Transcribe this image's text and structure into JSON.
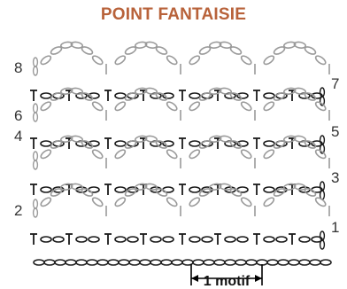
{
  "title": "POINT FANTAISIE",
  "colors": {
    "title": "#b8623a",
    "base_chain": "#222222",
    "odd_rows": "#1a1a1a",
    "even_rows": "#9a9a9a",
    "motif_marker": "#000000"
  },
  "diagram": {
    "row_labels_left": [
      "8",
      "6",
      "4",
      "2"
    ],
    "row_labels_right": [
      "7",
      "5",
      "3",
      "1"
    ],
    "motif_label": "1 motif",
    "symbols": {
      "base_chain": "chain-oval",
      "odd_rows": "single-crochet-and-chain",
      "even_rows": "chain-arch"
    }
  }
}
